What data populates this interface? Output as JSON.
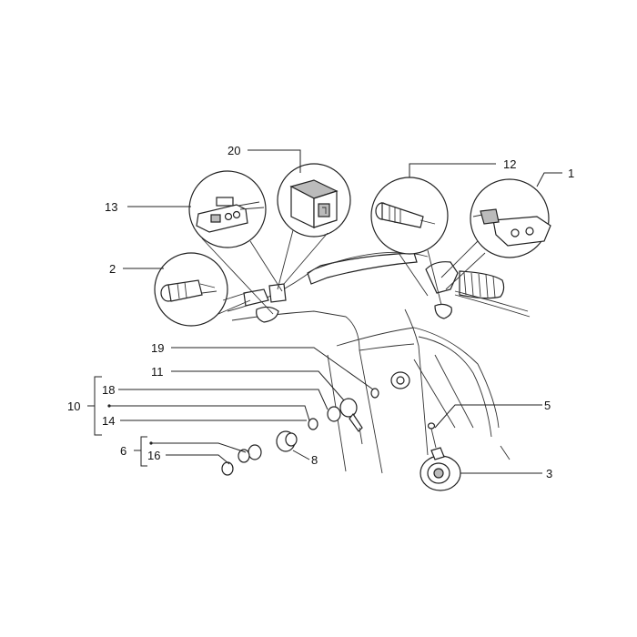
{
  "callouts": {
    "c1": "1",
    "c2": "2",
    "c3": "3",
    "c5": "5",
    "c6": "6",
    "c8": "8",
    "c10": "10",
    "c11": "11",
    "c12": "12",
    "c13": "13",
    "c14": "14",
    "c16": "16",
    "c18": "18",
    "c19": "19",
    "c20": "20"
  },
  "icons": {
    "part1": "switch-housing-icon",
    "part2": "horn-button-icon",
    "part3": "horn-icon",
    "part12": "indicator-switch-icon",
    "part13": "light-switch-icon",
    "part20": "relay-icon"
  }
}
